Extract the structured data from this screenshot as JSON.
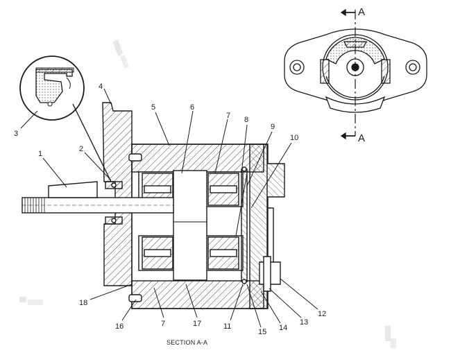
{
  "figure": {
    "caption": "SECTION A-A",
    "section_marker": {
      "top_letter": "A",
      "bottom_letter": "A"
    },
    "callouts": [
      "1",
      "2",
      "3",
      "4",
      "5",
      "6",
      "7",
      "8",
      "9",
      "10",
      "11",
      "12",
      "13",
      "14",
      "15",
      "16",
      "7",
      "17",
      "18"
    ]
  },
  "colors": {
    "line": "#1a1a1a",
    "hatch": "#444444",
    "background": "#ffffff",
    "halftone": "#c9c9c9"
  }
}
